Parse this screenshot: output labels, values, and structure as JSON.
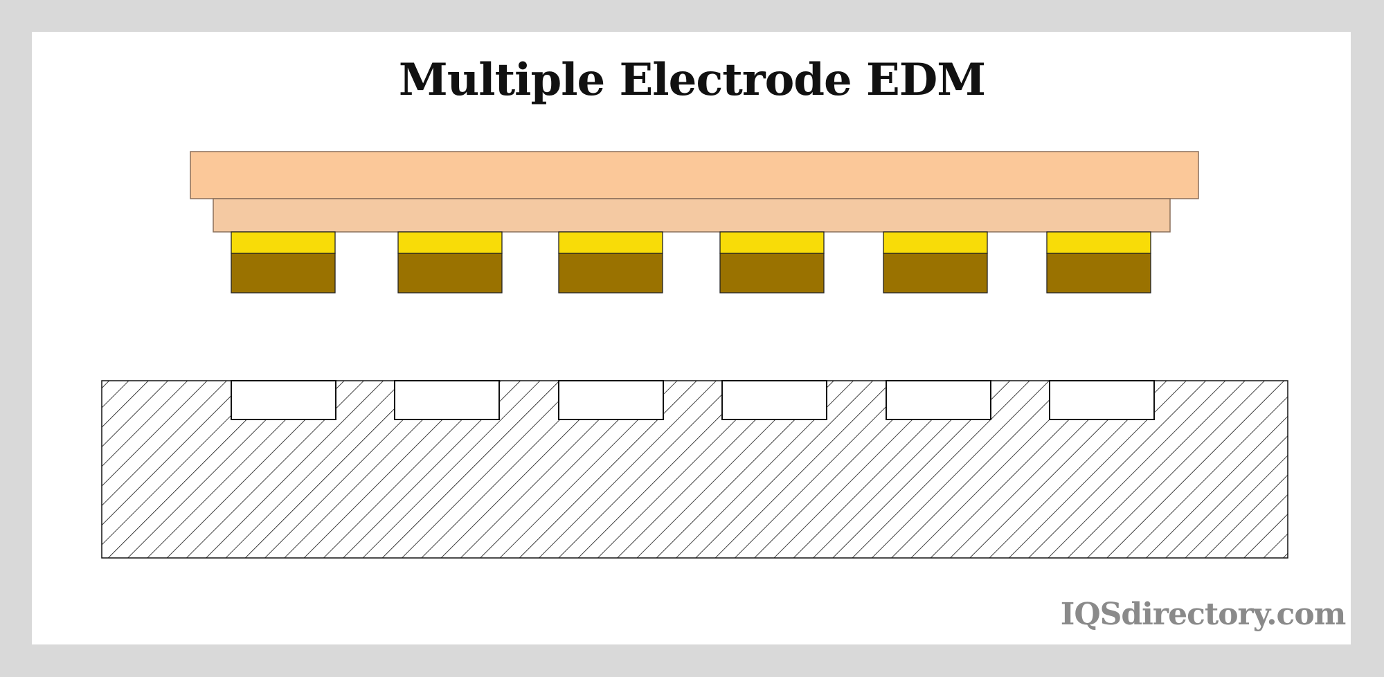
{
  "title": "Multiple Electrode EDM",
  "watermark": "IQSdirectory.com",
  "colors": {
    "frame": "#d9d9d9",
    "holder_top": "#fbc899",
    "holder_bottom": "#f6c9a0",
    "electrode_tip": "#f8dc08",
    "electrode_body": "#9a7200",
    "workpiece_hatch": "#111111"
  },
  "electrode_count": 6,
  "cavity_count": 6
}
